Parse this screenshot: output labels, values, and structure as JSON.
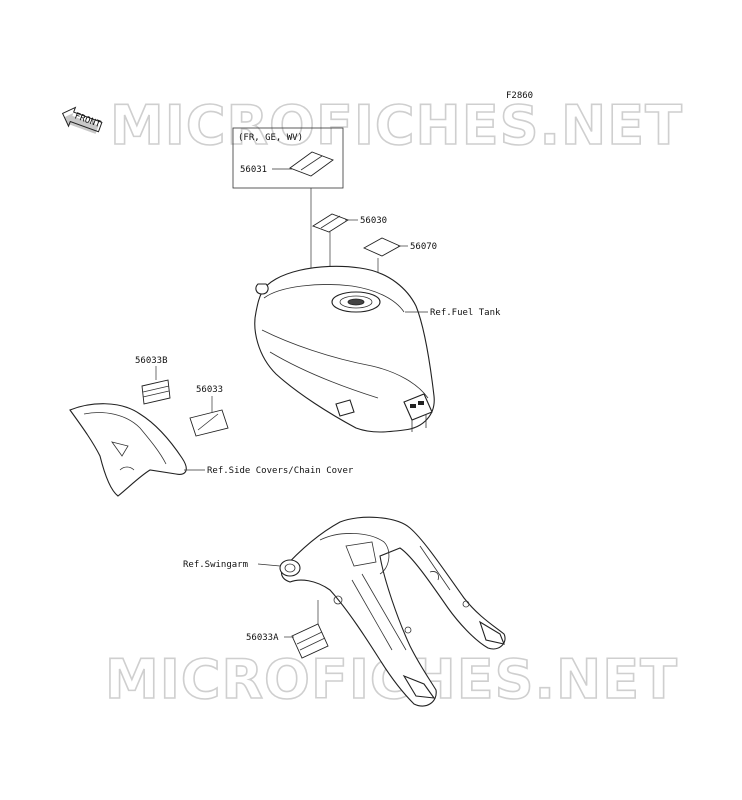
{
  "figure_code": "F2860",
  "front_badge": "FRONT",
  "watermark": "MICROFICHES.NET",
  "group_label": "(FR, GE, WV)",
  "parts": {
    "p56031": "56031",
    "p56030": "56030",
    "p56070": "56070",
    "p56033B": "56033B",
    "p56033": "56033",
    "p56033A": "56033A"
  },
  "refs": {
    "fuel_tank": "Ref.Fuel Tank",
    "side_covers": "Ref.Side Covers/Chain Cover",
    "swingarm": "Ref.Swingarm"
  }
}
